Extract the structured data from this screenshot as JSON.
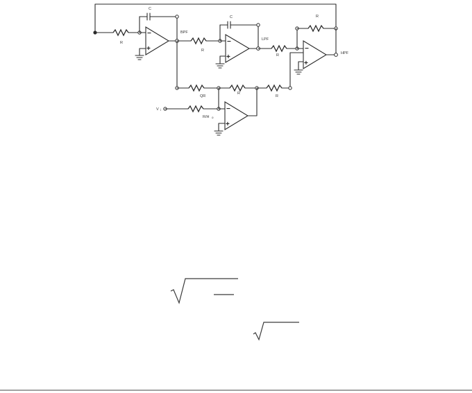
{
  "circuit": {
    "labels": {
      "c1": "C",
      "c2": "C",
      "r_input": "R",
      "r_bp_lp": "R",
      "r_lp_hp": "R",
      "r_feedback": "R",
      "bpf": "BPF",
      "lpf": "LPF",
      "hpf": "HPF",
      "r_q": "QR",
      "r_mid": "R",
      "r_right": "R",
      "vin_v": "V",
      "vin_sub": "i",
      "r_gain": "R/H",
      "r_gain_sub": "o",
      "minus": "−",
      "plus": "+"
    }
  }
}
